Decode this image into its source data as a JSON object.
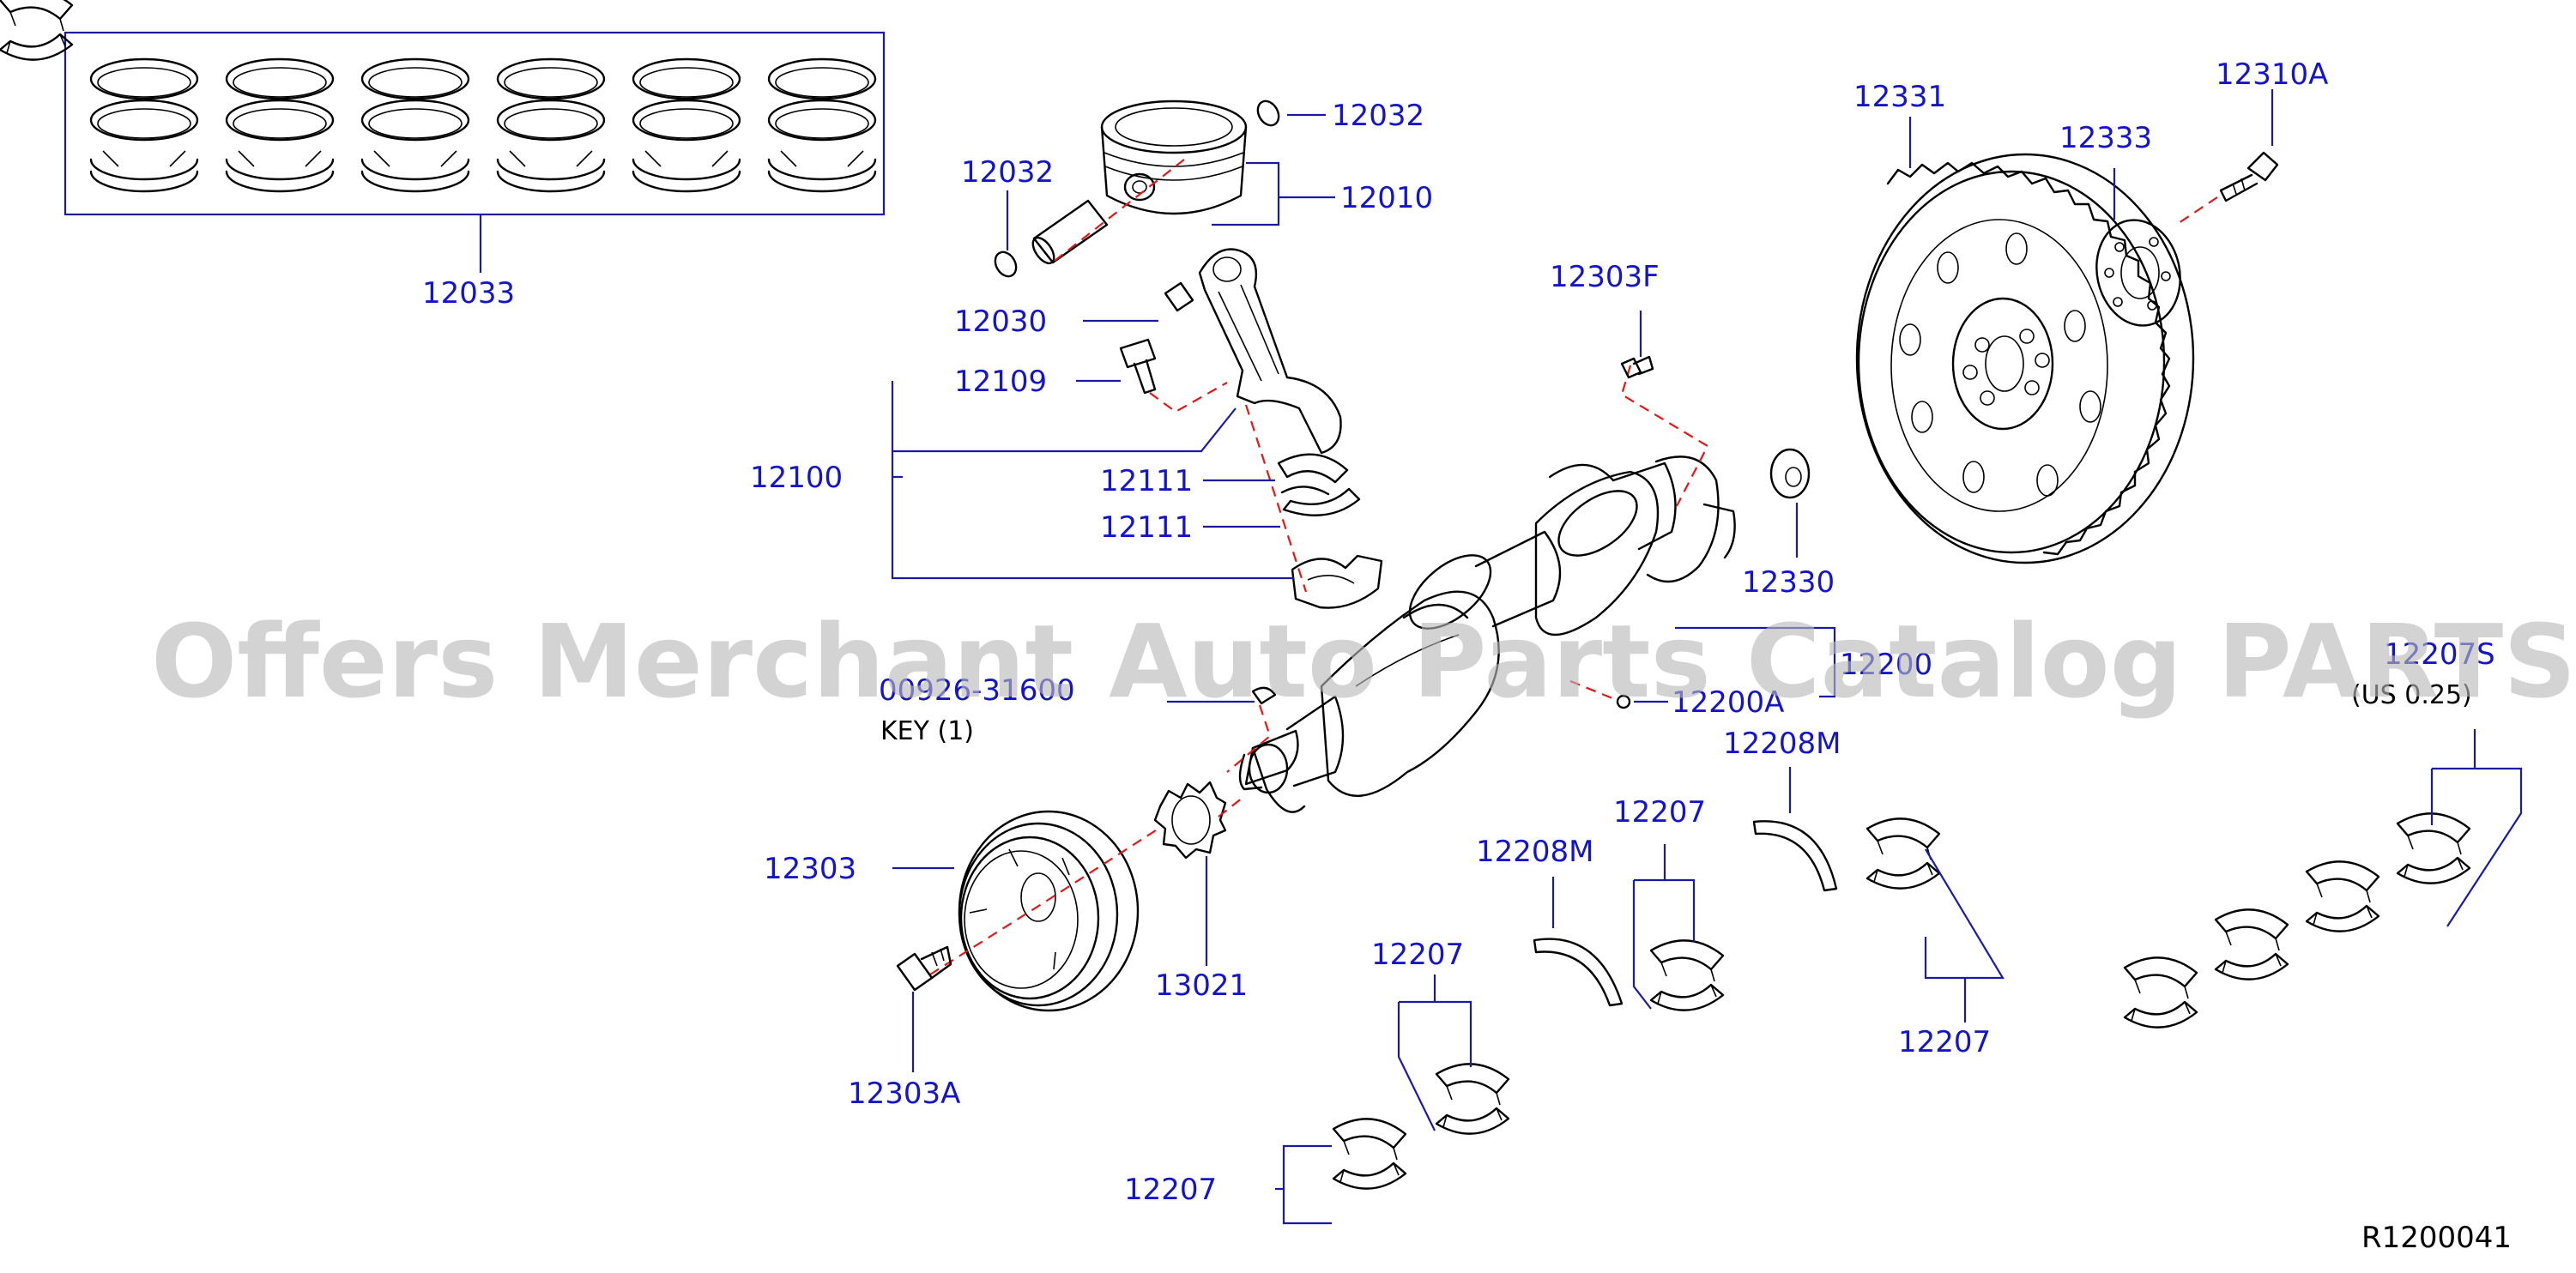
{
  "diagram_ref": "R1200041",
  "watermark": "Offers Merchant Auto Parts Catalog PARTSTORE.SA",
  "callouts": {
    "piston_rings": "12033",
    "piston_snap_ring_right": "12032",
    "piston_snap_ring_left": "12032",
    "piston": "12010",
    "rod_bushing": "12030",
    "rod_bolt": "12109",
    "con_rod_assembly": "12100",
    "rod_bearing_upper": "12111",
    "rod_bearing_lower": "12111",
    "pilot_bolt": "12303F",
    "crankshaft": "12200",
    "crank_ball": "12200A",
    "key_part_no": "00926-31600",
    "pulley": "12303",
    "pulley_bolt": "12303A",
    "sprocket": "13021",
    "flywheel": "12331",
    "flywheel_bolt": "12310A",
    "flywheel_plate": "12333",
    "pilot_bushing": "12330",
    "thrust_washer_left": "12208M",
    "thrust_washer_right": "12208M",
    "main_bearing_a": "12207",
    "main_bearing_b": "12207",
    "main_bearing_c": "12207",
    "main_bearing_d": "12207",
    "undersize_bearing": "12207S"
  },
  "notes": {
    "key_label": "KEY    (1)",
    "undersize_label": "(US    0.25)"
  }
}
